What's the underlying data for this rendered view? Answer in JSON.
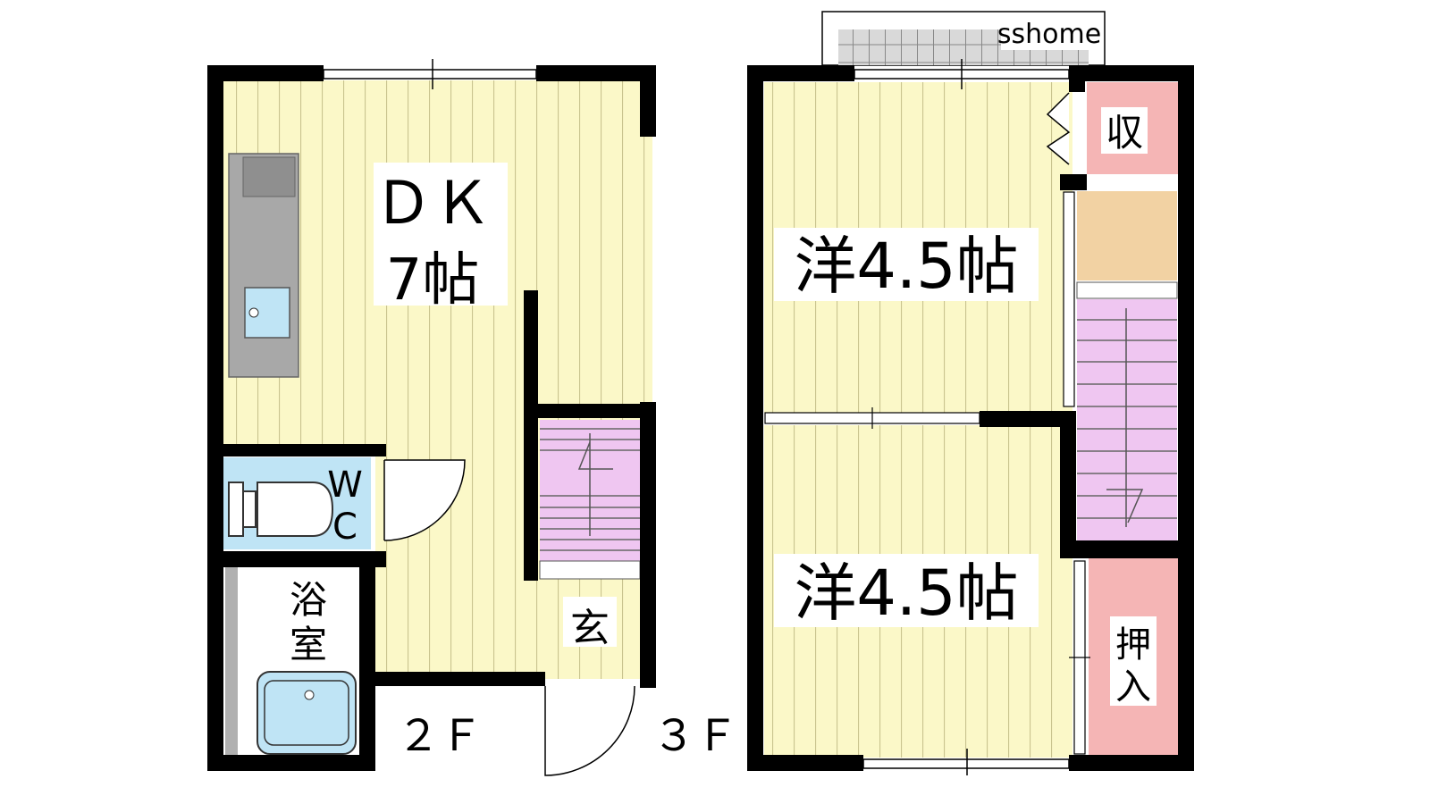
{
  "watermark": "sshome",
  "floors": {
    "second": {
      "label": "２Ｆ",
      "rooms": {
        "dk": {
          "line1": "ＤＫ",
          "line2": "7帖"
        },
        "wc": {
          "line1": "W",
          "line2": "C"
        },
        "bath": {
          "line1": "浴",
          "line2": "室"
        },
        "entrance": {
          "label": "玄"
        }
      }
    },
    "third": {
      "label": "３Ｆ",
      "rooms": {
        "western_upper": {
          "label": "洋4.5帖"
        },
        "western_lower": {
          "label": "洋4.5帖"
        },
        "storage": {
          "label": "収"
        },
        "closet": {
          "line1": "押",
          "line2": "入"
        }
      }
    }
  },
  "colors": {
    "wall": "#000000",
    "floor": "#fbf8c8",
    "floor_line": "#c9c48f",
    "stairs": "#efc6f1",
    "storage": "#f5b5b5",
    "shelf": "#f2d2a3",
    "water": "#bfe4f5",
    "kitchen": "#a8a8a8"
  }
}
